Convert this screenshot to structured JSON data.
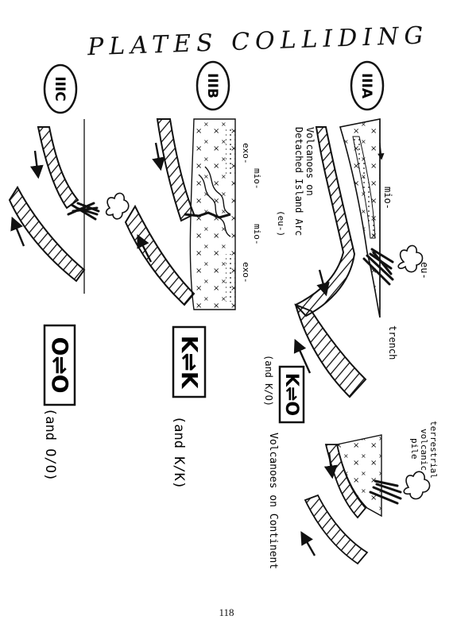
{
  "page": {
    "title": "PLATES COLLIDING",
    "page_number": "118"
  },
  "panels": {
    "a": {
      "label": "IIIA",
      "caption_line1": "Volcanoes on",
      "caption_line2": "Detached Island Arc",
      "caption_eu": "(eu-)",
      "zone_eu": "eu-",
      "zone_mio": "mio-",
      "zone_trench": "trench",
      "formula": "K⇌O",
      "formula_note": "(and K/O)",
      "continent_caption": "Volcanoes on Continent",
      "pile_line1": "terrestrial",
      "pile_line2": "volcanic",
      "pile_line3": "pile"
    },
    "b": {
      "label": "IIIB",
      "zone_exo_top": "exo-",
      "zone_mio_left": "mio-",
      "zone_mio_right": "mio-",
      "zone_exo_bottom": "exo-",
      "formula": "K⇌K",
      "formula_note": "(and K/K)"
    },
    "c": {
      "label": "IIIC",
      "formula": "O⇌O",
      "formula_note": "(and O/O)"
    }
  }
}
